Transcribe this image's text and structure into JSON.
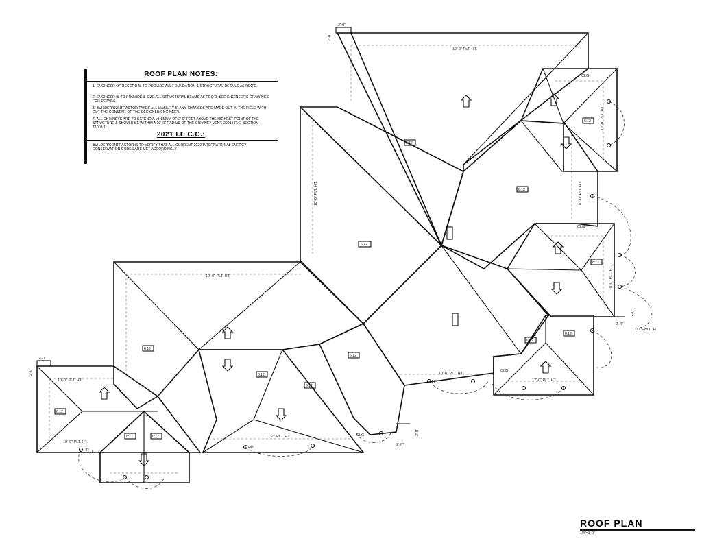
{
  "notes": {
    "title": "ROOF PLAN NOTES:",
    "items": [
      "1. ENGINEER OF RECORD IS TO PROVIDE ALL FOUNDATION & STRUCTURAL DETAILS AS REQ'D.",
      "2. ENGINEER IS TO PROVIDE & SIZE ALL STRUCTURAL BEAMS AS REQ'D. SEE ENGINEER'S DRAWINGS FOR DETAILS.",
      "3. BUILDER/CONTRACTOR TAKES ALL LIABILITY IF ANY CHANGES ARE MADE OUT IN THE FIELD WITH OUT THE CONSENT OF THE DESIGNER/ENGINEER.",
      "4. ALL CHIMNEYS ARE TO EXTEND A MINIMUM OF 2'-0\" FEET ABOVE THE HIGHEST POINT OF THE STRUCTURE & SHOULD BE WITHIN A 10'-0\" RADIUS OF THE CHIMNEY VENT. 2021 I.R.C. SECTION T1003.1"
    ],
    "code_title": "2021 I.E.C.C.:",
    "code_text": "BUILDER/CONTRACTOR IS TO VERIFY THAT ALL CURRENT 2020 INTERNATIONAL ENERGY CONSERVATION CODES ARE MET ACCORDINGLY."
  },
  "plate_heights": {
    "north": "10'-0\" PLT. HT.",
    "center_vertical": "10'-0\" PLT. HT.",
    "left": "10'-0\" PLT. HT.",
    "far_left_top": "10'-0\" PLT. HT.",
    "far_left_bottom": "10'-0\" PLT. HT.",
    "bottom_center": "11'-0\" PLT. HT.",
    "bottom_right": "10'-0\" PLT. HT.",
    "right_upper": "12'-0\" PLT. HT.",
    "right_middle": "10'-0\" PLT. HT.",
    "right_lower": "8'-0\" PLT. HT.",
    "bottom_far_right": "12'-0\" PLT. HT."
  },
  "dimensions": {
    "top_left": "2'-0\"",
    "top_left_v": "2'-0\"",
    "far_left": "2'-0\"",
    "far_left_v": "2'-0\"",
    "bottom": "2'-0\"",
    "bottom_v": "2'-0\"",
    "right": "2'-0\"",
    "right_v": "2'-0\""
  },
  "pitch_label": "6:12",
  "fixture_labels": {
    "hp": "HP",
    "clg": "CLG"
  },
  "switch_note": "TO SWITCH",
  "title_block": {
    "title": "ROOF PLAN",
    "scale": "1/4\"=1'-0\""
  }
}
